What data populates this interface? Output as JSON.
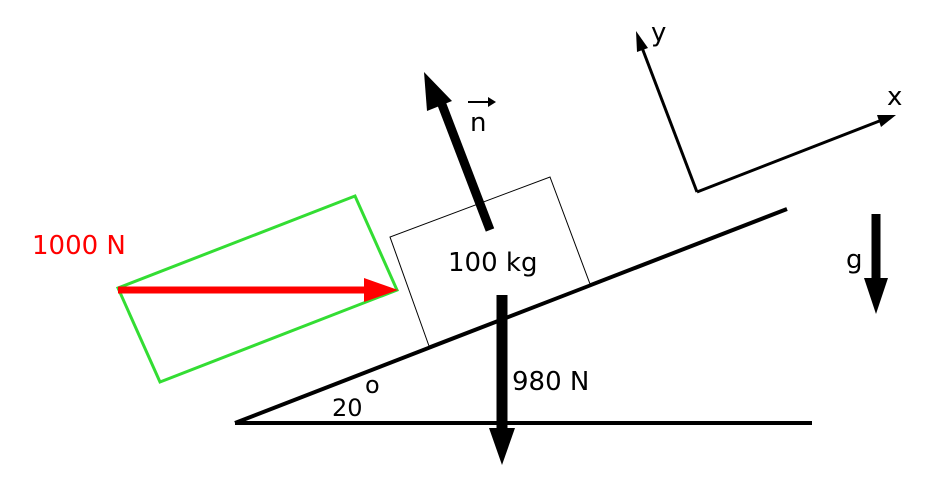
{
  "diagram": {
    "applied_force_label": "1000 N",
    "mass_label": "100 kg",
    "normal_label": "n",
    "weight_label": "980 N",
    "angle_value": "20",
    "angle_unit": "o",
    "gravity_label": "g",
    "axis_x_label": "x",
    "axis_y_label": "y"
  },
  "colors": {
    "applied_force": "#ff0000",
    "highlight_box": "#33dd33",
    "lines": "#000000"
  }
}
